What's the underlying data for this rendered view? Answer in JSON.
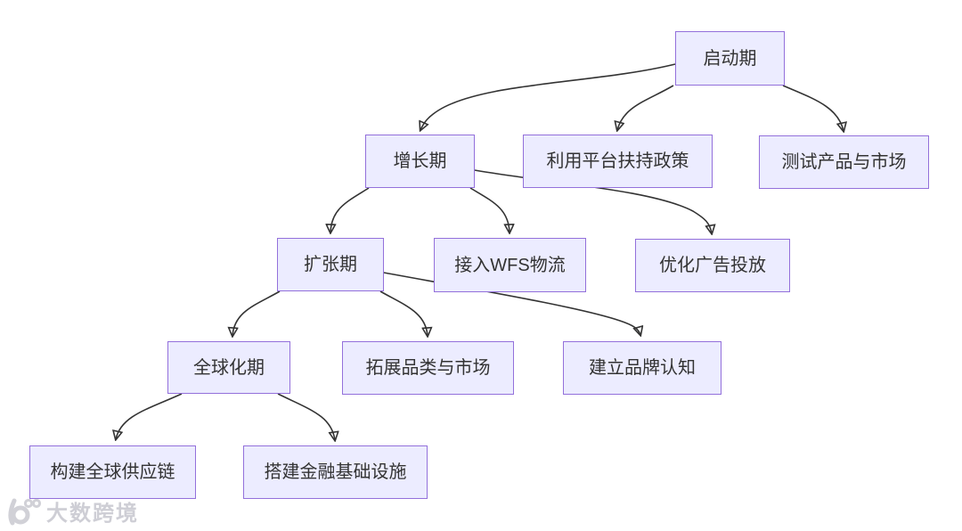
{
  "page": {
    "background": "#ffffff"
  },
  "diagram": {
    "type": "flowchart",
    "direction": "top-down",
    "nodes": [
      {
        "id": "launch-phase",
        "label": "启动期"
      },
      {
        "id": "growth-phase",
        "label": "增长期"
      },
      {
        "id": "platform-policy",
        "label": "利用平台扶持政策"
      },
      {
        "id": "test-product-market",
        "label": "测试产品与市场"
      },
      {
        "id": "expansion-phase",
        "label": "扩张期"
      },
      {
        "id": "wfs-logistics",
        "label": "接入WFS物流"
      },
      {
        "id": "ad-optimization",
        "label": "优化广告投放"
      },
      {
        "id": "globalization-phase",
        "label": "全球化期"
      },
      {
        "id": "expand-categories",
        "label": "拓展品类与市场"
      },
      {
        "id": "brand-awareness",
        "label": "建立品牌认知"
      },
      {
        "id": "global-supply-chain",
        "label": "构建全球供应链"
      },
      {
        "id": "financial-infrastructure",
        "label": "搭建金融基础设施"
      }
    ],
    "edges": [
      {
        "from": "启动期",
        "to": "增长期"
      },
      {
        "from": "启动期",
        "to": "利用平台扶持政策"
      },
      {
        "from": "启动期",
        "to": "测试产品与市场"
      },
      {
        "from": "增长期",
        "to": "扩张期"
      },
      {
        "from": "增长期",
        "to": "接入WFS物流"
      },
      {
        "from": "增长期",
        "to": "优化广告投放"
      },
      {
        "from": "扩张期",
        "to": "全球化期"
      },
      {
        "from": "扩张期",
        "to": "拓展品类与市场"
      },
      {
        "from": "扩张期",
        "to": "建立品牌认知"
      },
      {
        "from": "全球化期",
        "to": "构建全球供应链"
      },
      {
        "from": "全球化期",
        "to": "搭建金融基础设施"
      }
    ],
    "colors": {
      "node_fill": "#ECECFF",
      "node_border": "#9370DB",
      "edge": "#333333",
      "text": "#333333"
    }
  },
  "watermark": {
    "brand": "大数跨境"
  }
}
